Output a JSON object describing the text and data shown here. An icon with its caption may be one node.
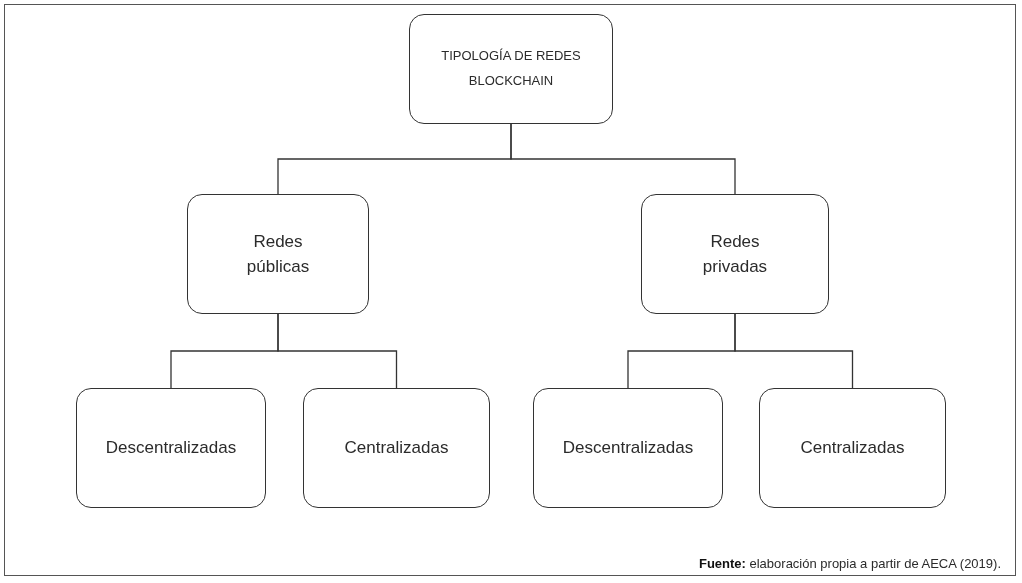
{
  "diagram": {
    "caption": "**Fuente:** elaboración propia a partir de AECA (2019).",
    "nodes": [
      {
        "text": [
          "TIPOLOGÍA DE REDES BLOCKCHAIN"
        ]
      },
      {
        "text": [
          "Redes públicas"
        ]
      },
      {
        "text": [
          "Redes privadas"
        ]
      },
      {
        "text": [
          "Descentralizadas"
        ]
      },
      {
        "text": [
          "Centralizadas"
        ]
      },
      {
        "text": [
          "Descentralizadas"
        ]
      },
      {
        "text": [
          "Centralizadas"
        ]
      }
    ],
    "edges": [
      {
        "from": 0,
        "to": 1,
        "arrow": "none"
      },
      {
        "from": 0,
        "to": 2,
        "arrow": "none"
      },
      {
        "from": 1,
        "to": 3,
        "arrow": "none"
      },
      {
        "from": 1,
        "to": 4,
        "arrow": "none"
      },
      {
        "from": 2,
        "to": 5,
        "arrow": "none"
      },
      {
        "from": 2,
        "to": 6,
        "arrow": "none"
      }
    ]
  }
}
